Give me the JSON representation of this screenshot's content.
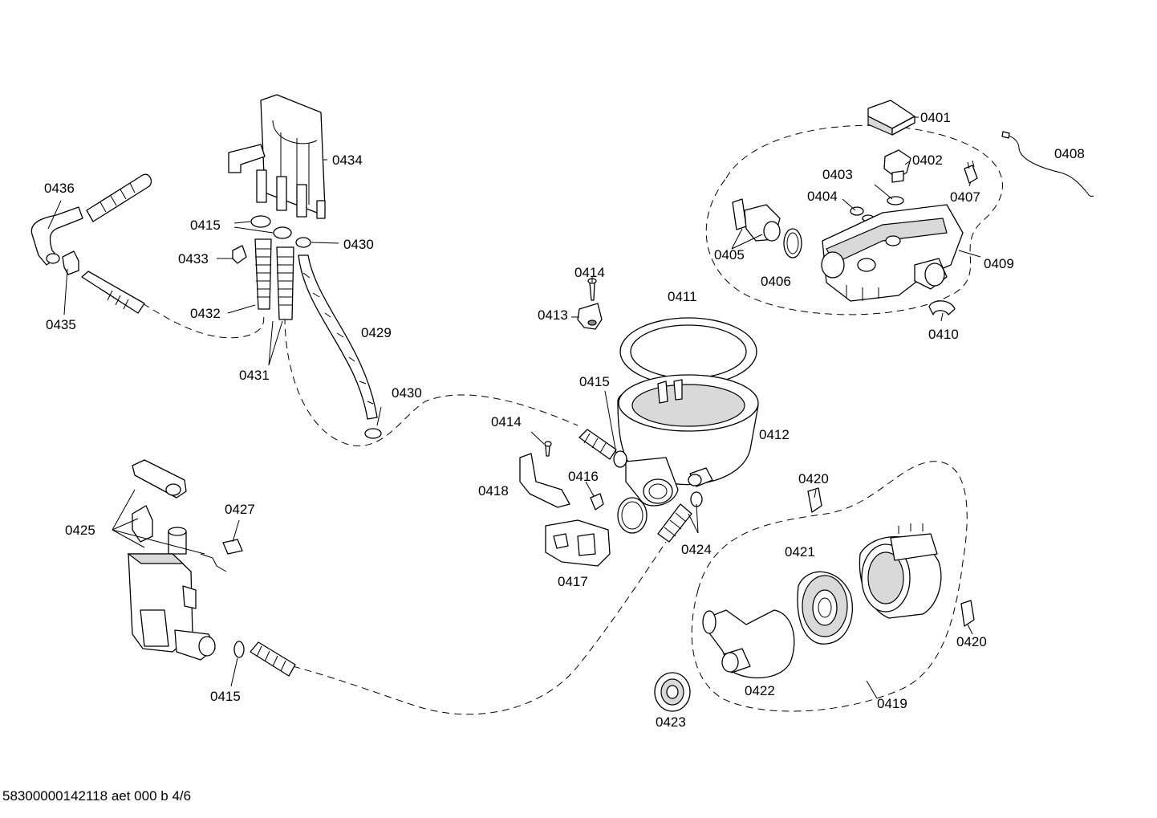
{
  "diagram": {
    "labels": [
      "0401",
      "0402",
      "0403",
      "0404",
      "0405",
      "0406",
      "0407",
      "0408",
      "0409",
      "0410",
      "0411",
      "0412",
      "0413",
      "0414",
      "0414",
      "0415",
      "0415",
      "0415",
      "0416",
      "0417",
      "0418",
      "0419",
      "0420",
      "0420",
      "0421",
      "0422",
      "0423",
      "0424",
      "0425",
      "0427",
      "0429",
      "0430",
      "0430",
      "0431",
      "0432",
      "0433",
      "0434",
      "0435",
      "0436"
    ],
    "footer": "58300000142118 aet 000 b 4/6"
  }
}
